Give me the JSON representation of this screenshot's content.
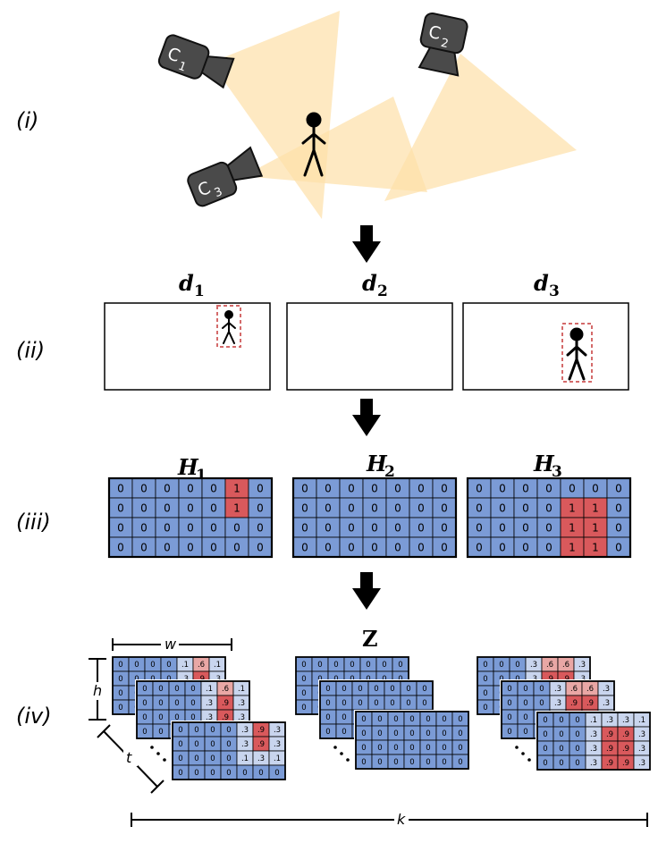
{
  "stages": {
    "i": "(i)",
    "ii": "(ii)",
    "iii": "(iii)",
    "iv": "(iv)"
  },
  "cameras": [
    {
      "letter": "C",
      "index": "1"
    },
    {
      "letter": "C",
      "index": "2"
    },
    {
      "letter": "C",
      "index": "3"
    }
  ],
  "detections": [
    {
      "letter": "d",
      "index": "1"
    },
    {
      "letter": "d",
      "index": "2"
    },
    {
      "letter": "d",
      "index": "3"
    }
  ],
  "heatmaps": [
    {
      "letter": "H",
      "index": "1",
      "grid": [
        [
          "0",
          "0",
          "0",
          "0",
          "0",
          "1",
          "0"
        ],
        [
          "0",
          "0",
          "0",
          "0",
          "0",
          "1",
          "0"
        ],
        [
          "0",
          "0",
          "0",
          "0",
          "0",
          "0",
          "0"
        ],
        [
          "0",
          "0",
          "0",
          "0",
          "0",
          "0",
          "0"
        ]
      ]
    },
    {
      "letter": "H",
      "index": "2",
      "grid": [
        [
          "0",
          "0",
          "0",
          "0",
          "0",
          "0",
          "0"
        ],
        [
          "0",
          "0",
          "0",
          "0",
          "0",
          "0",
          "0"
        ],
        [
          "0",
          "0",
          "0",
          "0",
          "0",
          "0",
          "0"
        ],
        [
          "0",
          "0",
          "0",
          "0",
          "0",
          "0",
          "0"
        ]
      ]
    },
    {
      "letter": "H",
      "index": "3",
      "grid": [
        [
          "0",
          "0",
          "0",
          "0",
          "0",
          "0",
          "0"
        ],
        [
          "0",
          "0",
          "0",
          "0",
          "1",
          "1",
          "0"
        ],
        [
          "0",
          "0",
          "0",
          "0",
          "1",
          "1",
          "0"
        ],
        [
          "0",
          "0",
          "0",
          "0",
          "1",
          "1",
          "0"
        ]
      ]
    }
  ],
  "z_label": "Z",
  "dims": {
    "w": "w",
    "h": "h",
    "t": "t",
    "k": "k"
  },
  "stacks": [
    {
      "back": [
        [
          "0",
          "0",
          "0",
          "0",
          ".1",
          ".6",
          ".1"
        ],
        [
          "0",
          "0",
          "0",
          "0",
          ".3",
          ".9",
          ".3"
        ],
        [
          "0",
          "0",
          "0",
          "0",
          ".3",
          ".9",
          ".3"
        ],
        [
          "0",
          "0",
          "0",
          "0",
          "0",
          "0",
          "0"
        ]
      ],
      "middle": [
        [
          "0",
          "0",
          "0",
          "0",
          ".1",
          ".6",
          ".1"
        ],
        [
          "0",
          "0",
          "0",
          "0",
          ".3",
          ".9",
          ".3"
        ],
        [
          "0",
          "0",
          "0",
          "0",
          ".3",
          ".9",
          ".3"
        ],
        [
          "0",
          "0",
          "0",
          "0",
          "0",
          "0",
          "0"
        ]
      ],
      "front": [
        [
          "0",
          "0",
          "0",
          "0",
          ".3",
          ".9",
          ".3"
        ],
        [
          "0",
          "0",
          "0",
          "0",
          ".3",
          ".9",
          ".3"
        ],
        [
          "0",
          "0",
          "0",
          "0",
          ".1",
          ".3",
          ".1"
        ],
        [
          "0",
          "0",
          "0",
          "0",
          "0",
          "0",
          "0"
        ]
      ]
    },
    {
      "back": [
        [
          "0",
          "0",
          "0",
          "0",
          "0",
          "0",
          "0"
        ],
        [
          "0",
          "0",
          "0",
          "0",
          "0",
          "0",
          "0"
        ],
        [
          "0",
          "0",
          "0",
          "0",
          "0",
          "0",
          "0"
        ],
        [
          "0",
          "0",
          "0",
          "0",
          "0",
          "0",
          "0"
        ]
      ],
      "middle": [
        [
          "0",
          "0",
          "0",
          "0",
          "0",
          "0",
          "0"
        ],
        [
          "0",
          "0",
          "0",
          "0",
          "0",
          "0",
          "0"
        ],
        [
          "0",
          "0",
          "0",
          "0",
          "0",
          "0",
          "0"
        ],
        [
          "0",
          "0",
          "0",
          "0",
          "0",
          "0",
          "0"
        ]
      ],
      "front": [
        [
          "0",
          "0",
          "0",
          "0",
          "0",
          "0",
          "0"
        ],
        [
          "0",
          "0",
          "0",
          "0",
          "0",
          "0",
          "0"
        ],
        [
          "0",
          "0",
          "0",
          "0",
          "0",
          "0",
          "0"
        ],
        [
          "0",
          "0",
          "0",
          "0",
          "0",
          "0",
          "0"
        ]
      ]
    },
    {
      "back": [
        [
          "0",
          "0",
          "0",
          ".3",
          ".6",
          ".6",
          ".3"
        ],
        [
          "0",
          "0",
          "0",
          ".3",
          ".9",
          ".9",
          ".3"
        ],
        [
          "0",
          "0",
          "0",
          ".3",
          ".9",
          ".9",
          ".3"
        ],
        [
          "0",
          "0",
          "0",
          ".3",
          ".9",
          ".9",
          ".3"
        ]
      ],
      "middle": [
        [
          "0",
          "0",
          "0",
          ".3",
          ".6",
          ".6",
          ".3"
        ],
        [
          "0",
          "0",
          "0",
          ".3",
          ".9",
          ".9",
          ".3"
        ],
        [
          "0",
          "0",
          "0",
          ".3",
          ".9",
          ".9",
          ".3"
        ],
        [
          "0",
          "0",
          "0",
          ".3",
          ".9",
          ".9",
          ".3"
        ]
      ],
      "front": [
        [
          "0",
          "0",
          "0",
          ".1",
          ".3",
          ".3",
          ".1"
        ],
        [
          "0",
          "0",
          "0",
          ".3",
          ".9",
          ".9",
          ".3"
        ],
        [
          "0",
          "0",
          "0",
          ".3",
          ".9",
          ".9",
          ".3"
        ],
        [
          "0",
          "0",
          "0",
          ".3",
          ".9",
          ".9",
          ".3"
        ]
      ]
    }
  ],
  "colors": {
    "blue": "#7b9bd6",
    "red": "#d9595c",
    "light": "#c9d5ee",
    "pink": "#e9a7a5",
    "cone": "#fde0a8",
    "camera": "#4a4a4a",
    "bbox": "#d46a6a"
  }
}
